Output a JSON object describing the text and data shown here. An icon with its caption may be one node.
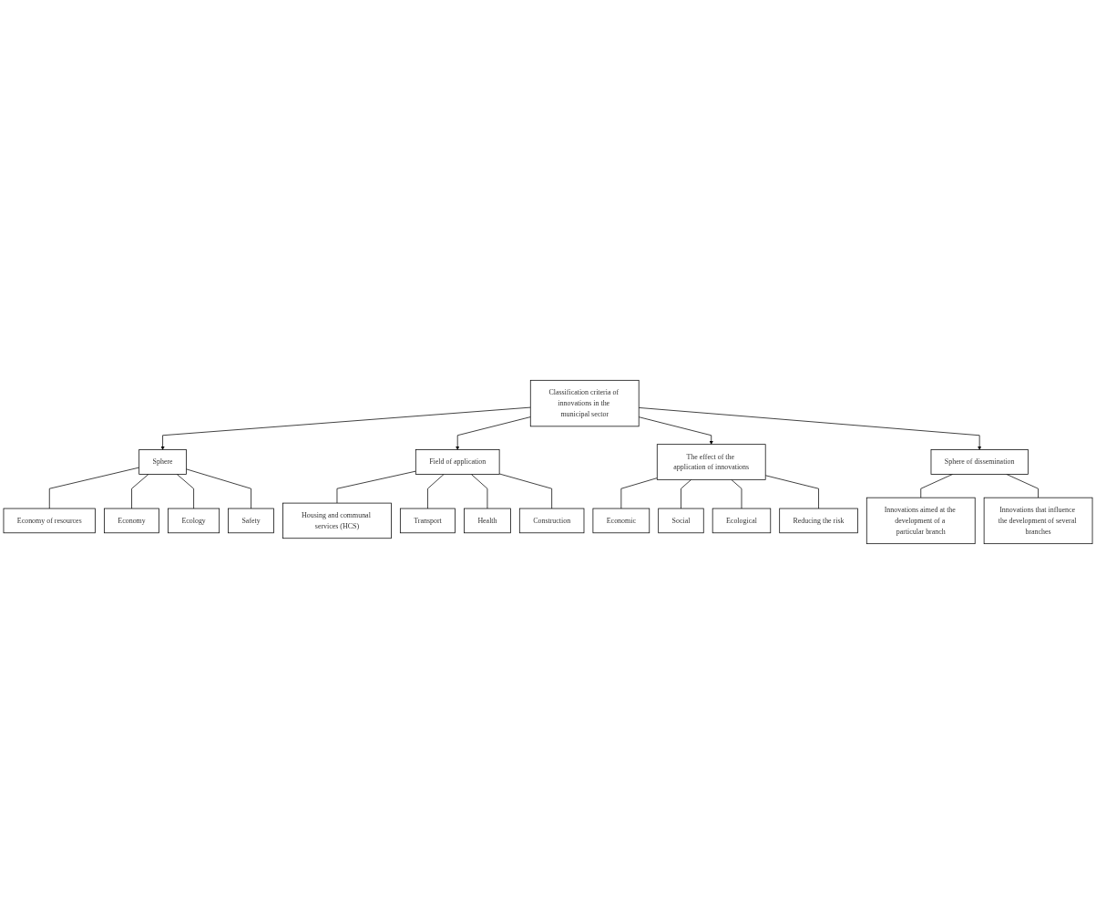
{
  "diagram": {
    "nodes": [
      {
        "text": [
          "Classification criteria of innovations in the municipal sector"
        ]
      },
      {
        "text": [
          "Sphere"
        ]
      },
      {
        "text": [
          "Economy of resources"
        ]
      },
      {
        "text": [
          "Economy"
        ]
      },
      {
        "text": [
          "Ecology"
        ]
      },
      {
        "text": [
          "Safety"
        ]
      },
      {
        "text": [
          "Field of application"
        ]
      },
      {
        "text": [
          "Housing and communal services (HCS)"
        ]
      },
      {
        "text": [
          "Transport"
        ]
      },
      {
        "text": [
          "Health"
        ]
      },
      {
        "text": [
          "Construction"
        ]
      },
      {
        "text": [
          "The effect of the application of innovations"
        ]
      },
      {
        "text": [
          "Economic"
        ]
      },
      {
        "text": [
          "Social"
        ]
      },
      {
        "text": [
          "Ecological"
        ]
      },
      {
        "text": [
          "Reducing the risk"
        ]
      },
      {
        "text": [
          "Sphere of dissemination"
        ]
      },
      {
        "text": [
          "Innovations aimed at the development of a particular branch"
        ]
      },
      {
        "text": [
          "Innovations that influence the development of several branches"
        ]
      }
    ],
    "edges": [
      {
        "from": 0,
        "to": 1,
        "arrow": "to"
      },
      {
        "from": 0,
        "to": 6,
        "arrow": "to"
      },
      {
        "from": 0,
        "to": 11,
        "arrow": "to"
      },
      {
        "from": 0,
        "to": 16,
        "arrow": "to"
      },
      {
        "from": 1,
        "to": 2,
        "arrow": "none"
      },
      {
        "from": 1,
        "to": 3,
        "arrow": "none"
      },
      {
        "from": 1,
        "to": 4,
        "arrow": "none"
      },
      {
        "from": 1,
        "to": 5,
        "arrow": "none"
      },
      {
        "from": 6,
        "to": 7,
        "arrow": "none"
      },
      {
        "from": 6,
        "to": 8,
        "arrow": "none"
      },
      {
        "from": 6,
        "to": 9,
        "arrow": "none"
      },
      {
        "from": 6,
        "to": 10,
        "arrow": "none"
      },
      {
        "from": 11,
        "to": 12,
        "arrow": "none"
      },
      {
        "from": 11,
        "to": 13,
        "arrow": "none"
      },
      {
        "from": 11,
        "to": 14,
        "arrow": "none"
      },
      {
        "from": 11,
        "to": 15,
        "arrow": "none"
      },
      {
        "from": 16,
        "to": 17,
        "arrow": "none"
      },
      {
        "from": 16,
        "to": 18,
        "arrow": "none"
      }
    ]
  }
}
